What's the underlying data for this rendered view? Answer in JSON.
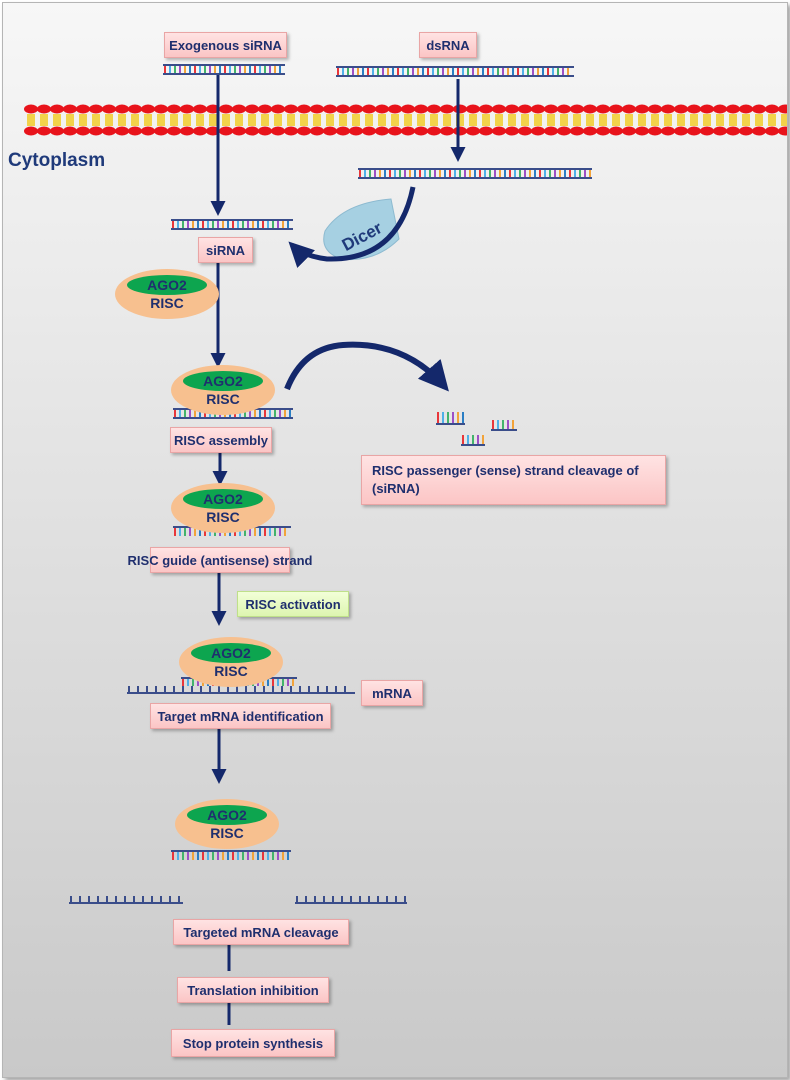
{
  "labels": {
    "exogenous_sirna": "Exogenous siRNA",
    "dsrna": "dsRNA",
    "cytoplasm": "Cytoplasm",
    "dicer": "Dicer",
    "sirna": "siRNA",
    "risc_assembly": "RISC assembly",
    "passenger_cleavage": "RISC passenger (sense) strand cleavage of (siRNA)",
    "guide_strand": "RISC guide (antisense) strand",
    "risc_activation": "RISC activation",
    "mrna": "mRNA",
    "target_identification": "Target mRNA identification",
    "targeted_cleavage": "Targeted  mRNA  cleavage",
    "translation_inhibition": "Translation inhibition",
    "stop_synthesis": "Stop protein synthesis"
  },
  "ago_complex": {
    "line1": "AGO2",
    "line2": "RISC"
  },
  "colors": {
    "arrow": "#14286b",
    "text": "#1f2f6e",
    "box_fill": "#fbc5c5",
    "activation_fill": "#ddf5b0",
    "ago_outer": "#f7c08f",
    "ago_inner": "#0da54f",
    "membrane": "#e8131b",
    "membrane_tails": "#f2d24a",
    "dicer": "#a6d0e2",
    "rna_backbone": "#3a4d8a",
    "bases": [
      "#e8363a",
      "#4fb0e8",
      "#43b36c",
      "#9d4fc6",
      "#f2a33a",
      "#2a7ec4"
    ]
  }
}
